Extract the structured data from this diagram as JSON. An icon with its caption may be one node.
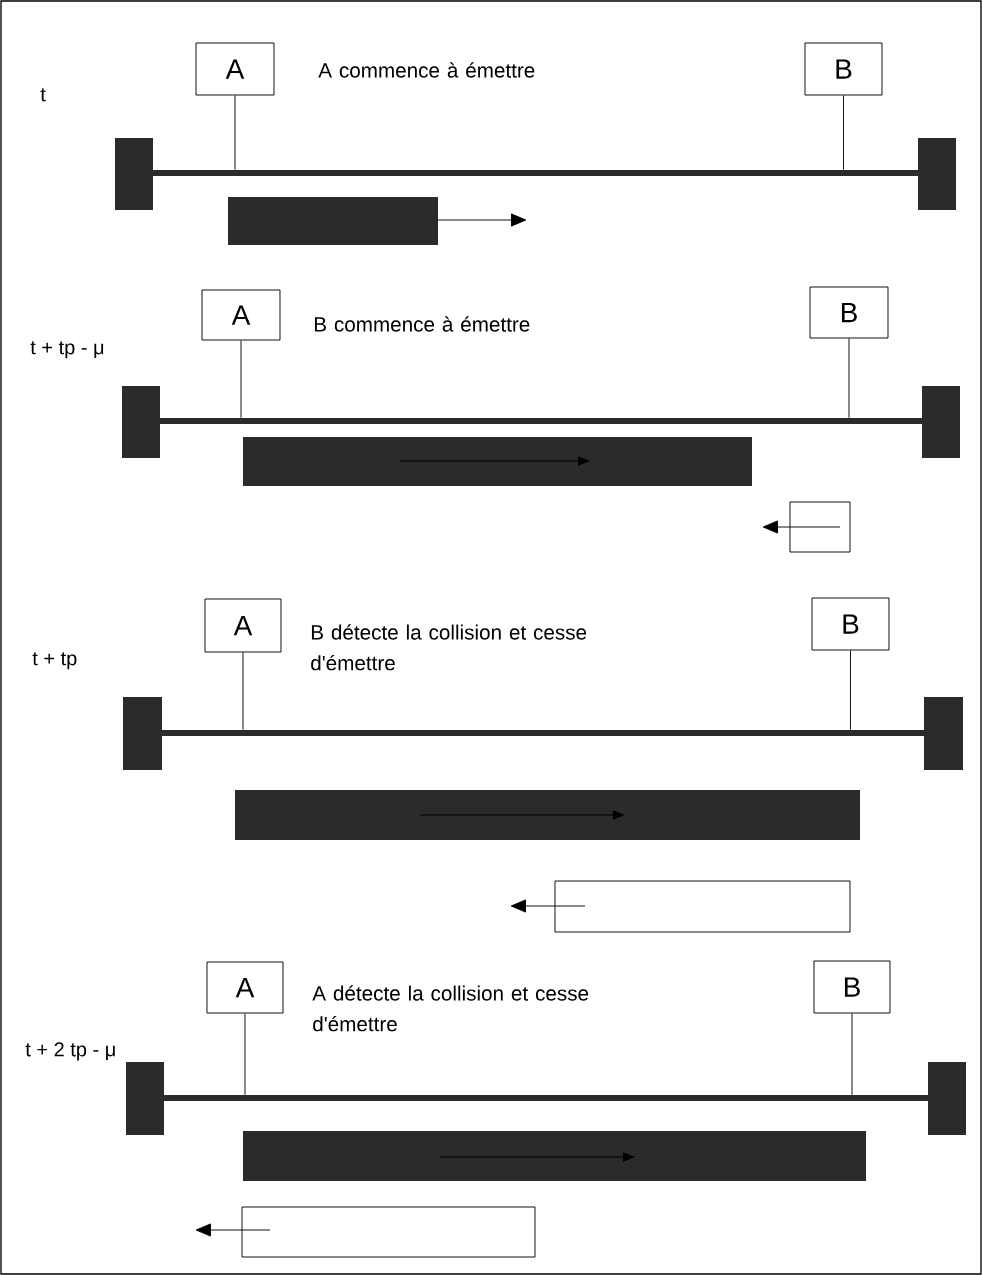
{
  "diagram": {
    "nodes": [
      {
        "text": [
          "A"
        ]
      },
      {
        "text": [
          "B"
        ]
      },
      {
        "text": [],
        "shape": "bar"
      },
      {
        "text": [
          "A"
        ]
      },
      {
        "text": [
          "B"
        ]
      },
      {
        "text": [],
        "shape": "bar"
      },
      {
        "text": [
          "A"
        ]
      },
      {
        "text": [
          "B"
        ]
      },
      {
        "text": [],
        "shape": "bar"
      },
      {
        "text": [
          "A"
        ]
      },
      {
        "text": [
          "B"
        ]
      },
      {
        "text": [],
        "shape": "bar"
      }
    ],
    "edges": [
      {
        "from": 0,
        "to": 2,
        "arrow": "none"
      },
      {
        "from": 1,
        "to": 2,
        "arrow": "none"
      },
      {
        "from": 3,
        "to": 5,
        "arrow": "none"
      },
      {
        "from": 4,
        "to": 5,
        "arrow": "none"
      },
      {
        "from": 6,
        "to": 8,
        "arrow": "none"
      },
      {
        "from": 7,
        "to": 8,
        "arrow": "none"
      },
      {
        "from": 9,
        "to": 11,
        "arrow": "none"
      },
      {
        "from": 10,
        "to": 11,
        "arrow": "none"
      }
    ],
    "labels": [
      "A commence à émettre",
      "t",
      "B commence à émettre",
      "t + tp - μ",
      "B détecte la collision et cesse d'émettre",
      "t + tp",
      "A détecte la collision et cesse d'émettre",
      "t + 2 tp - μ"
    ]
  }
}
